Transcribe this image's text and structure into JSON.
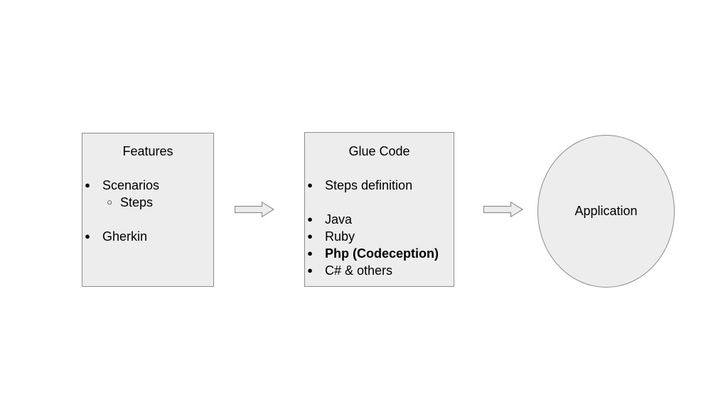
{
  "colors": {
    "shape_fill": "#ededed",
    "shape_border": "#8c8c8c",
    "text": "#000000",
    "background": "#ffffff"
  },
  "glyphs": {
    "bullet_filled": "●",
    "bullet_hollow": "○"
  },
  "features_box": {
    "title": "Features",
    "items": [
      {
        "label": "Scenarios",
        "level": 1
      },
      {
        "label": "Steps",
        "level": 2
      },
      {
        "label": "Gherkin",
        "level": 1
      }
    ]
  },
  "glue_box": {
    "title": "Glue Code",
    "items": [
      {
        "label": "Steps definition",
        "level": 1
      },
      {
        "label": "Java",
        "level": 1
      },
      {
        "label": "Ruby",
        "level": 1
      },
      {
        "label": "Php (Codeception)",
        "level": 1,
        "bold": true
      },
      {
        "label": "C# & others",
        "level": 1
      }
    ]
  },
  "application_ellipse": {
    "label": "Application"
  }
}
